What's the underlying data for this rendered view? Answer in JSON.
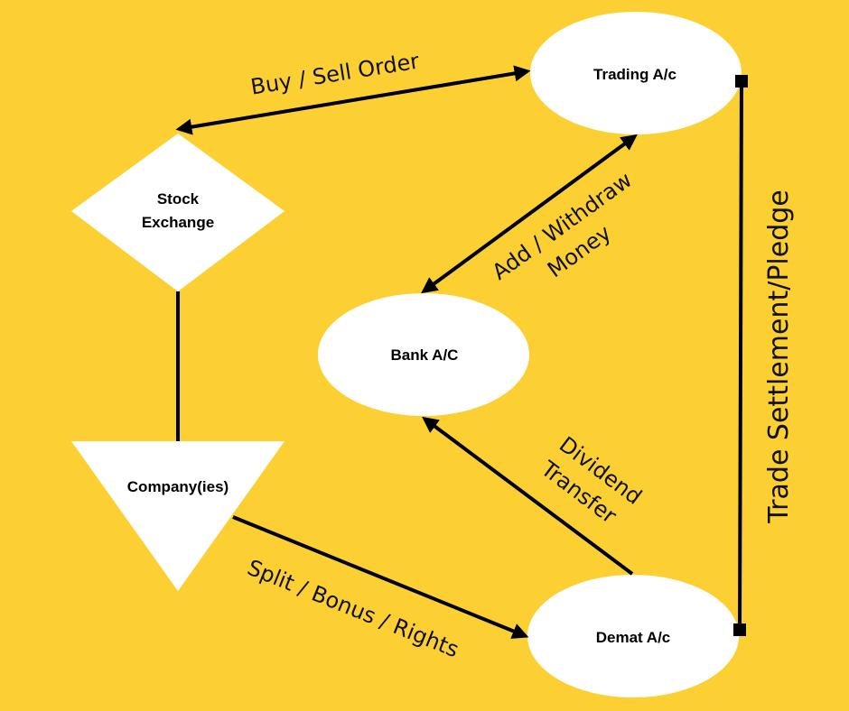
{
  "diagram": {
    "background": "#FCD033",
    "nodes": {
      "trading": "Trading A/c",
      "stock_line1": "Stock",
      "stock_line2": "Exchange",
      "bank": "Bank A/C",
      "company": "Company(ies)",
      "demat": "Demat A/c"
    },
    "edges": {
      "buy_sell": "Buy / Sell Order",
      "add_withdraw_line1": "Add / Withdraw",
      "add_withdraw_line2": "Money",
      "dividend_line1": "Dividend",
      "dividend_line2": "Transfer",
      "split_bonus": "Split / Bonus / Rights",
      "trade_settlement": "Trade Settlement/Pledge"
    }
  }
}
